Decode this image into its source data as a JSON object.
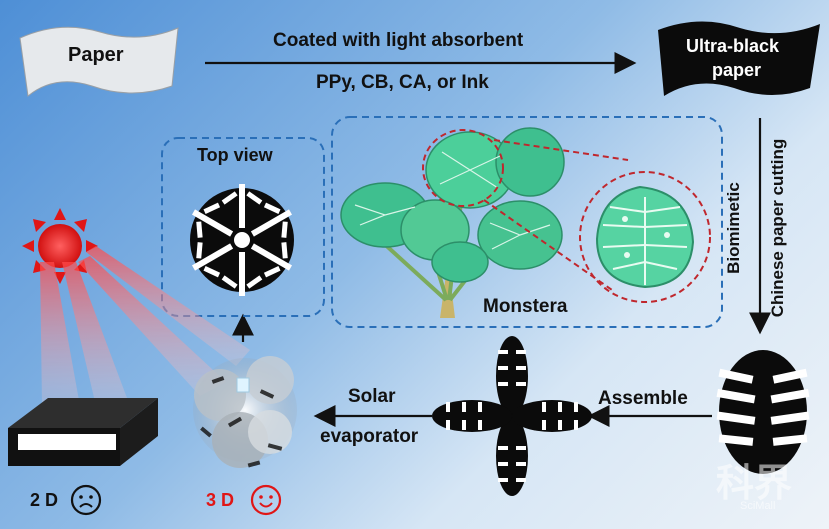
{
  "top": {
    "paper_label": "Paper",
    "process_line1": "Coated with light absorbent",
    "process_line2": "PPy, CB, CA, or Ink",
    "ultra_black_line1": "Ultra-black",
    "ultra_black_line2": "paper"
  },
  "middle": {
    "top_view_label": "Top view",
    "monstera_label": "Monstera",
    "side_label_line1": "Biomimetic",
    "side_label_line2": "Chinese paper cutting"
  },
  "bottom": {
    "assemble_label": "Assemble",
    "solar_line1": "Solar",
    "solar_line2": "evaporator",
    "label_2d": "2 D",
    "label_3d": "3 D"
  },
  "watermark": {
    "main": "科界",
    "sub": "SciMall"
  },
  "colors": {
    "accent_red": "#e01616",
    "box_border": "#2a6fb8",
    "highlight_dashed": "#c0272d",
    "leaf_green": "#3fbf8f"
  }
}
